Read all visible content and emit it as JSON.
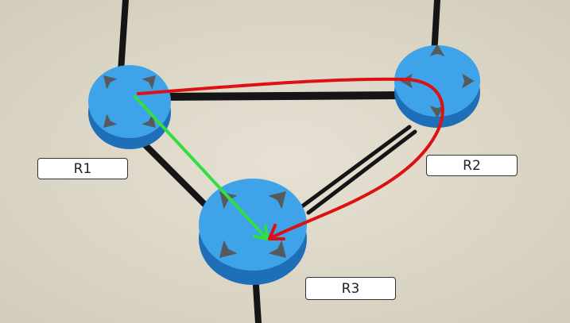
{
  "routers": [
    {
      "id": "r1",
      "label": "R1"
    },
    {
      "id": "r2",
      "label": "R2"
    },
    {
      "id": "r3",
      "label": "R3"
    }
  ],
  "paths": [
    {
      "name": "green-path",
      "from": "R1",
      "to": "R3",
      "color": "#33dd44"
    },
    {
      "name": "red-path",
      "from": "R1",
      "via": "R2",
      "to": "R3",
      "color": "#dd1111"
    }
  ],
  "colors": {
    "background": "#ddd8c8",
    "router": "#3ea3e8",
    "router_side": "#1f6fb8",
    "cable": "#151515",
    "arrow": "#555a5e"
  }
}
